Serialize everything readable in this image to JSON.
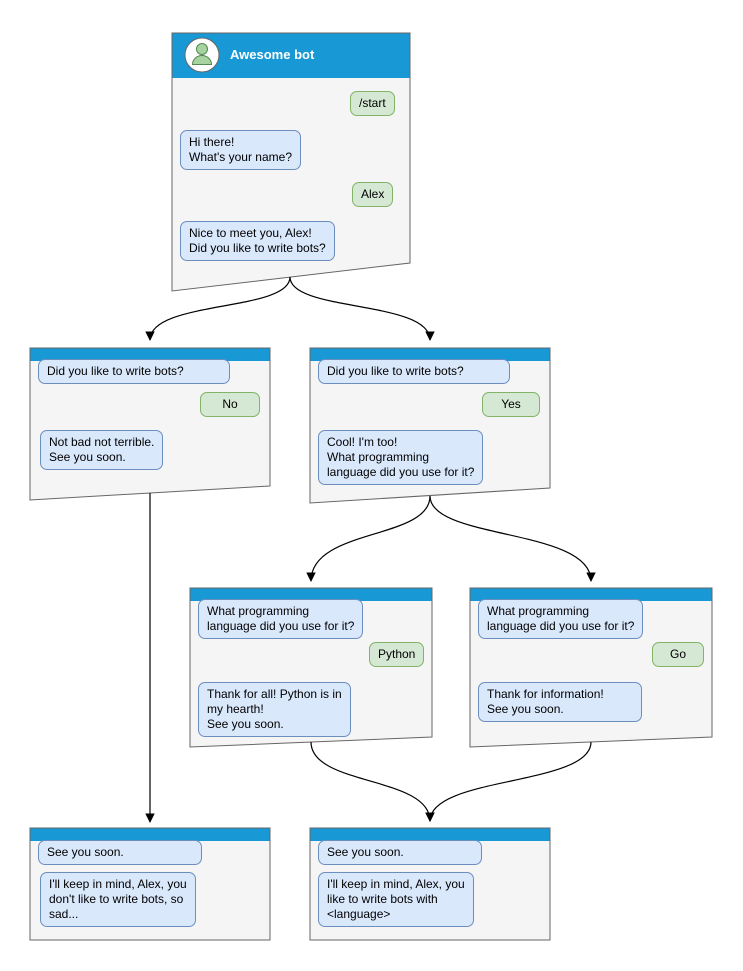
{
  "windows": {
    "root": {
      "title": "Awesome bot",
      "messages": [
        {
          "from": "user",
          "text": "/start"
        },
        {
          "from": "bot",
          "text": "Hi there!\nWhat's your name?"
        },
        {
          "from": "user",
          "text": "Alex"
        },
        {
          "from": "bot",
          "text": "Nice to meet you, Alex!\nDid you like to write bots?"
        }
      ]
    },
    "branch_no": {
      "messages": [
        {
          "from": "bot",
          "text": "Did you like to write bots?"
        },
        {
          "from": "user",
          "text": "No"
        },
        {
          "from": "bot",
          "text": "Not bad not terrible.\nSee you soon."
        }
      ]
    },
    "branch_yes": {
      "messages": [
        {
          "from": "bot",
          "text": "Did you like to write bots?"
        },
        {
          "from": "user",
          "text": "Yes"
        },
        {
          "from": "bot",
          "text": "Cool! I'm too!\nWhat programming\nlanguage did you use for it?"
        }
      ]
    },
    "branch_python": {
      "messages": [
        {
          "from": "bot",
          "text": "What programming\nlanguage did you use for it?"
        },
        {
          "from": "user",
          "text": "Python"
        },
        {
          "from": "bot",
          "text": "Thank for all! Python is in\nmy hearth!\nSee you soon."
        }
      ]
    },
    "branch_go": {
      "messages": [
        {
          "from": "bot",
          "text": "What programming\nlanguage did you use for it?"
        },
        {
          "from": "user",
          "text": "Go"
        },
        {
          "from": "bot",
          "text": "Thank for information!\nSee you soon."
        }
      ]
    },
    "end_no": {
      "messages": [
        {
          "from": "bot",
          "text": "See you soon."
        },
        {
          "from": "bot",
          "text": "I'll keep in mind, Alex, you\ndon't like to write bots, so\nsad..."
        }
      ]
    },
    "end_yes": {
      "messages": [
        {
          "from": "bot",
          "text": "See you soon."
        },
        {
          "from": "bot",
          "text": "I'll keep in mind, Alex, you\nlike to write bots with\n<language>"
        }
      ]
    }
  },
  "colors": {
    "header_blue": "#1899d6",
    "bot_bubble_bg": "#dae8fc",
    "bot_bubble_border": "#6c8ebf",
    "user_bubble_bg": "#d5e8d4",
    "user_bubble_border": "#82b366",
    "window_bg": "#f5f5f5",
    "window_border": "#666666",
    "arrow": "#000000"
  }
}
